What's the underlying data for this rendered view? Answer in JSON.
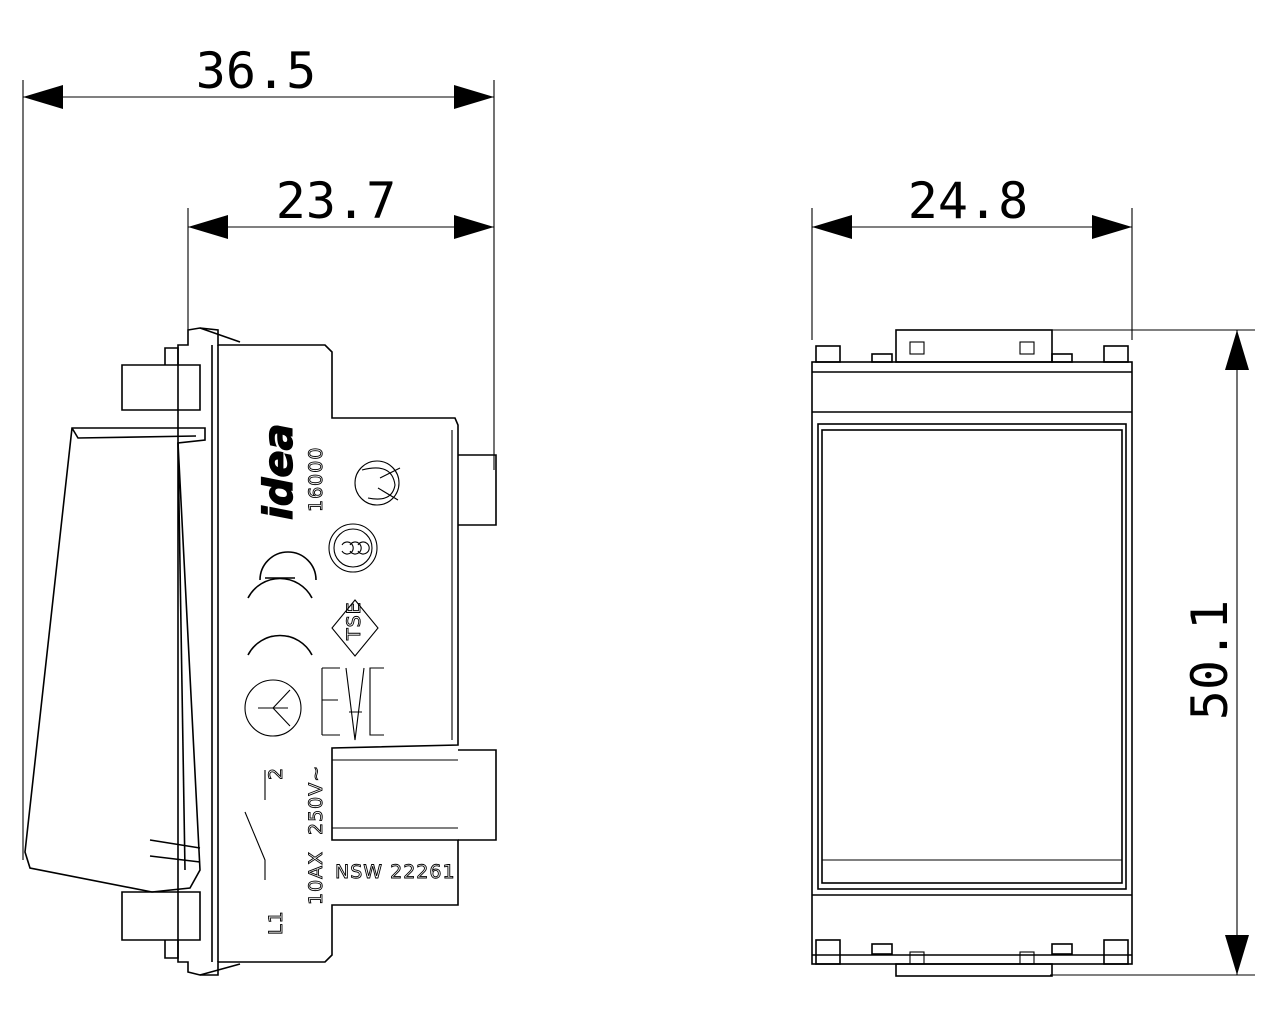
{
  "dimensions": {
    "total_depth": "36.5",
    "body_depth": "23.7",
    "front_width": "24.8",
    "front_height": "50.1"
  },
  "markings": {
    "brand": "idea",
    "model": "16000",
    "wiring_l1": "L1",
    "wiring_2": "2",
    "rating_current": "10AX",
    "rating_voltage": "250V~",
    "approval_tse": "TSE",
    "code": "NSW 22261"
  },
  "icons": [
    "ce-mark-icon",
    "eac-mark-icon",
    "ccc-mark-icon",
    "tse-mark-icon",
    "imq-mark-icon",
    "ovalt-mark-icon"
  ],
  "colors": {
    "line": "#000000",
    "background": "#ffffff"
  }
}
